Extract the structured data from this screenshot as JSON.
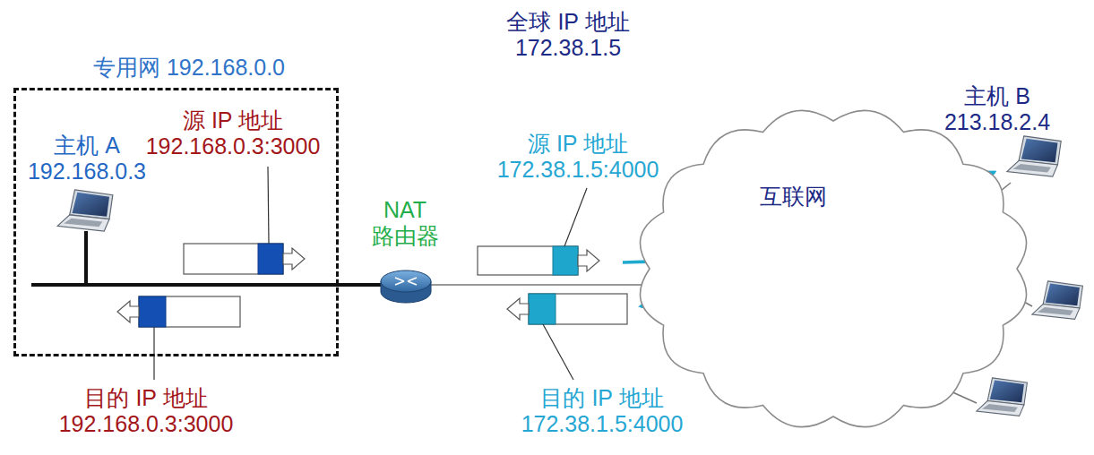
{
  "diagram": {
    "nodes": [
      {
        "text": [
          "专用网 192.168.0.0"
        ]
      },
      {
        "text": [
          "互联网"
        ]
      }
    ],
    "labels": [
      "全球 IP 地址 172.38.1.5",
      "主机 A 192.168.0.3",
      "源 IP 地址 192.168.0.3:3000",
      "目的 IP 地址 192.168.0.3:3000",
      "NAT 路由器",
      "源 IP 地址 172.38.1.5:4000",
      "目的 IP 地址 172.38.1.5:4000",
      "主机 B 213.18.2.4"
    ]
  }
}
